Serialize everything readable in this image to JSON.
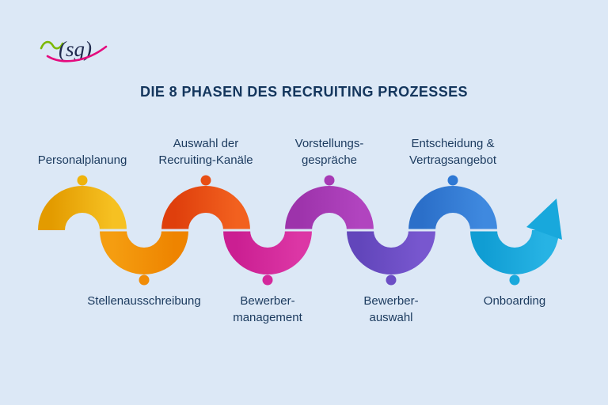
{
  "page": {
    "background": "#dce8f6",
    "title": "DIE 8 PHASEN DES RECRUITING PROZESSES",
    "title_color": "#14365d",
    "text_color": "#1b3a5e"
  },
  "logo": {
    "text": "(sg)",
    "green_swoosh_color": "#7CB805",
    "pink_swoosh_color": "#E50A7E",
    "text_color": "#202a4e"
  },
  "diagram": {
    "type": "process-wave-timeline",
    "phase_count": 8,
    "arrow_color": "#18A8DC",
    "gap_color": "#dce8f6"
  },
  "phases": [
    {
      "label": "Personalplanung",
      "lines": [
        "Personalplanung"
      ],
      "side": "top",
      "color": "#EFB30B",
      "color_start": "#E39B00",
      "color_end": "#F6C122"
    },
    {
      "label": "Stellenausschreibung",
      "lines": [
        "Stellenausschreibung"
      ],
      "side": "bottom",
      "color": "#F18C07",
      "color_start": "#F59D10",
      "color_end": "#EE8400"
    },
    {
      "label": "Auswahl der Recruiting-Kanäle",
      "lines": [
        "Auswahl der",
        "Recruiting-Kanäle"
      ],
      "side": "top",
      "color": "#E84F15",
      "color_start": "#DF3F0C",
      "color_end": "#F2611F"
    },
    {
      "label": "Bewerbermanagement",
      "lines": [
        "Bewerber-",
        "management"
      ],
      "side": "bottom",
      "color": "#D4289C",
      "color_start": "#CB1F92",
      "color_end": "#DC36A5"
    },
    {
      "label": "Vorstellungsgespräche",
      "lines": [
        "Vorstellungs-",
        "gespräche"
      ],
      "side": "top",
      "color": "#A73AB5",
      "color_start": "#9D33AB",
      "color_end": "#B144BF"
    },
    {
      "label": "Bewerberauswahl",
      "lines": [
        "Bewerber-",
        "auswahl"
      ],
      "side": "bottom",
      "color": "#6C4EC5",
      "color_start": "#6246BB",
      "color_end": "#7857CF"
    },
    {
      "label": "Entscheidung & Vertragsangebot",
      "lines": [
        "Entscheidung &",
        "Vertragsangebot"
      ],
      "side": "top",
      "color": "#2E78D4",
      "color_start": "#2B6FC9",
      "color_end": "#3F89DF"
    },
    {
      "label": "Onboarding",
      "lines": [
        "Onboarding"
      ],
      "side": "bottom",
      "color": "#18A8DC",
      "color_start": "#109DD3",
      "color_end": "#27B3E4"
    }
  ]
}
